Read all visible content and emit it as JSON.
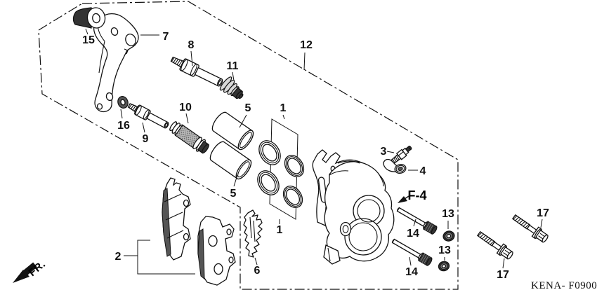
{
  "figure": {
    "code": "KENA- F0900",
    "front_marker": "FR.",
    "figure_ref": "F-4"
  },
  "callouts": {
    "n1_top": "1",
    "n1_bottom": "1",
    "n2": "2",
    "n3": "3",
    "n4": "4",
    "n5_top": "5",
    "n5_bottom": "5",
    "n6": "6",
    "n7": "7",
    "n8": "8",
    "n9": "9",
    "n10": "10",
    "n11": "11",
    "n12": "12",
    "n13_top": "13",
    "n13_bottom": "13",
    "n14_top": "14",
    "n14_bottom": "14",
    "n15": "15",
    "n16": "16",
    "n17_right": "17",
    "n17_left": "17"
  }
}
